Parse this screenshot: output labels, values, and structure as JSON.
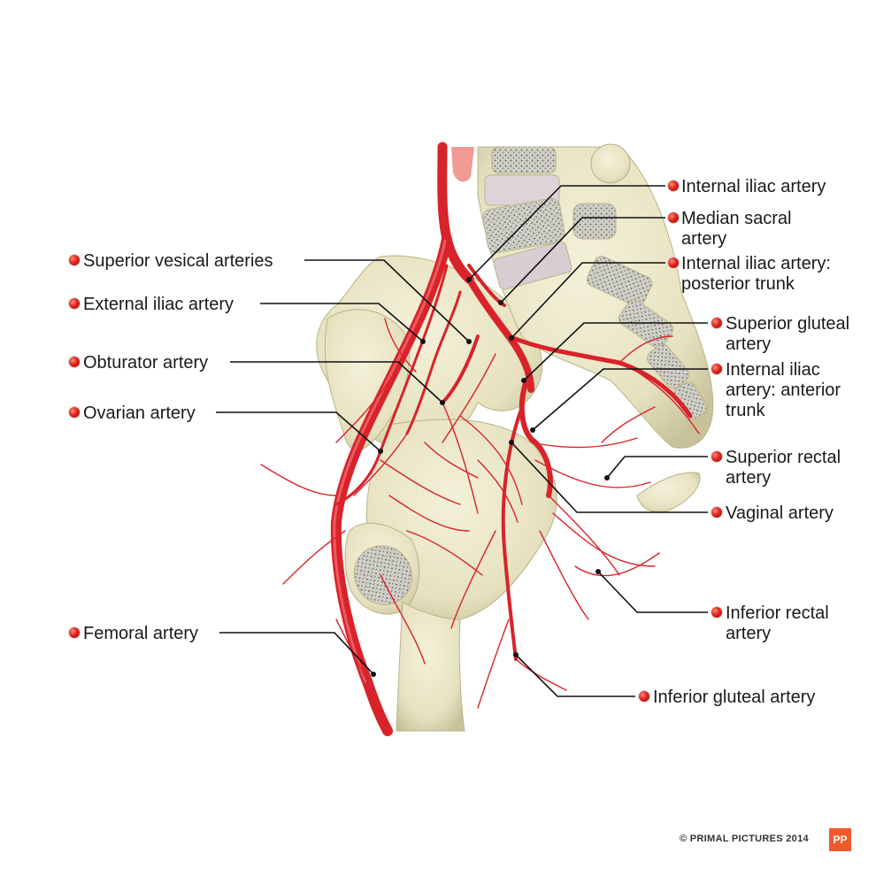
{
  "labels": {
    "internal_iliac": "Internal iliac artery",
    "median_sacral_1": "Median sacral",
    "median_sacral_2": "artery",
    "posterior_trunk_1": "Internal iliac artery:",
    "posterior_trunk_2": "posterior trunk",
    "superior_gluteal_1": "Superior gluteal",
    "superior_gluteal_2": "artery",
    "anterior_trunk_1": "Internal iliac",
    "anterior_trunk_2": "artery: anterior",
    "anterior_trunk_3": "trunk",
    "superior_rectal_1": "Superior rectal",
    "superior_rectal_2": "artery",
    "vaginal": "Vaginal artery",
    "inferior_rectal_1": "Inferior rectal",
    "inferior_rectal_2": "artery",
    "inferior_gluteal": "Inferior gluteal artery",
    "superior_vesical": "Superior vesical arteries",
    "external_iliac": "External iliac artery",
    "obturator": "Obturator artery",
    "ovarian": "Ovarian artery",
    "femoral": "Femoral artery"
  },
  "credit": "© PRIMAL PICTURES  2014",
  "logo_text": "PP",
  "colors": {
    "bone": "#e9e6c8",
    "bone_shadow": "#c9c39a",
    "artery": "#d8232a",
    "artery_dark": "#a5141a",
    "leader": "#111111",
    "marker": "#e0251c",
    "logo": "#ef5a2a"
  }
}
